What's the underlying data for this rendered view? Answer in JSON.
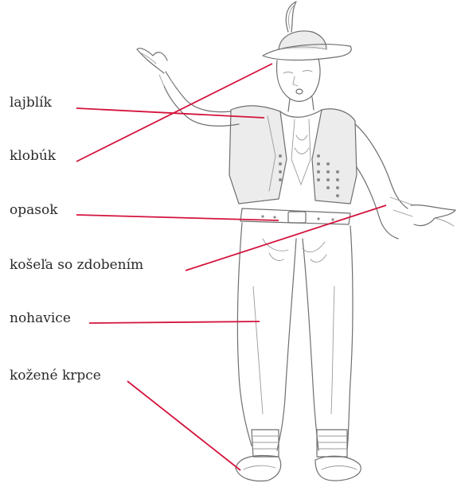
{
  "labels": {
    "vest": "lajblík",
    "hat": "klobúk",
    "belt": "opasok",
    "shirt": "košeľa so zdobením",
    "trousers": "nohavice",
    "shoes": "kožené krpce"
  },
  "colors": {
    "leader_line": "#d4143c",
    "text": "#2a2a2a",
    "sketch": "#6f6f6f"
  }
}
